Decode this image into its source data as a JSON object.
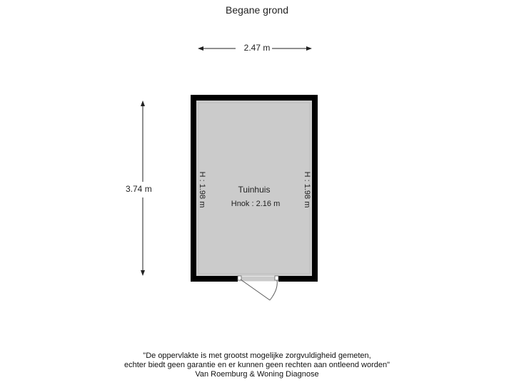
{
  "title": "Begane grond",
  "dimensions": {
    "width": "2.47 m",
    "depth": "3.74 m"
  },
  "room": {
    "name": "Tuinhuis",
    "ridge_height": "Hnok : 2.16 m",
    "wall_height_left": "H : 1.98 m",
    "wall_height_right": "H : 1.98 m"
  },
  "colors": {
    "wall": "#000000",
    "floor": "#cbcbcb",
    "background": "#ffffff",
    "dimension_line": "#222222"
  },
  "disclaimer": {
    "line1": "\"De oppervlakte is met grootst mogelijke zorgvuldigheid gemeten,",
    "line2": "echter biedt geen garantie en er kunnen geen rechten aan ontleend worden\"",
    "line3": "Van Roemburg & Woning Diagnose"
  }
}
